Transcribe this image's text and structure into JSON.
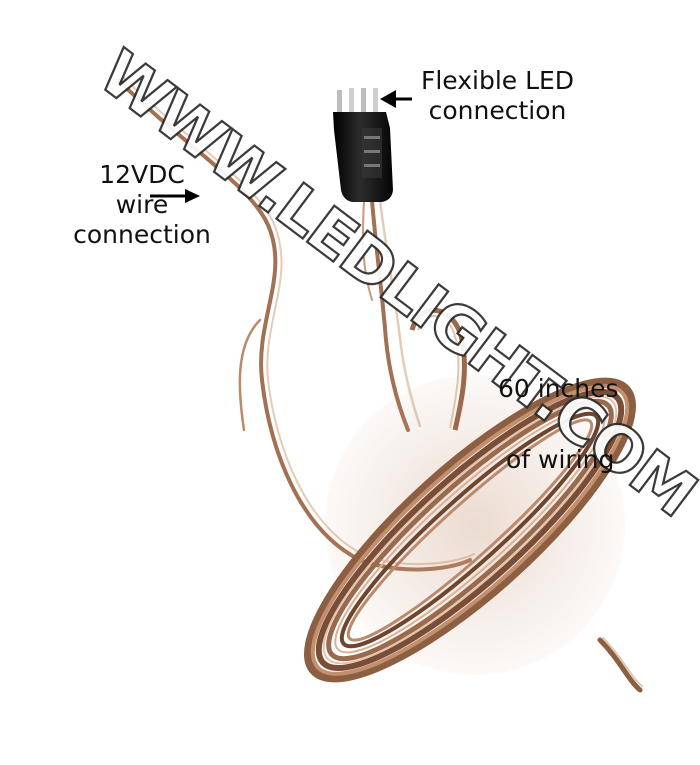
{
  "labels": {
    "power_connection": [
      "12VDC",
      "wire",
      "connection"
    ],
    "led_connection": [
      "Flexible LED",
      "connection"
    ],
    "length_line1": "60 inches",
    "length_line2": "of wiring"
  },
  "watermark": "WWW.LEDLIGHT.COM",
  "colors": {
    "background": "#ffffff",
    "wire_copper": "#b07a58",
    "wire_highlight": "#e9d2c0",
    "connector": "#1a1a1a",
    "pins": "#c8c8c8",
    "text": "#111111"
  }
}
